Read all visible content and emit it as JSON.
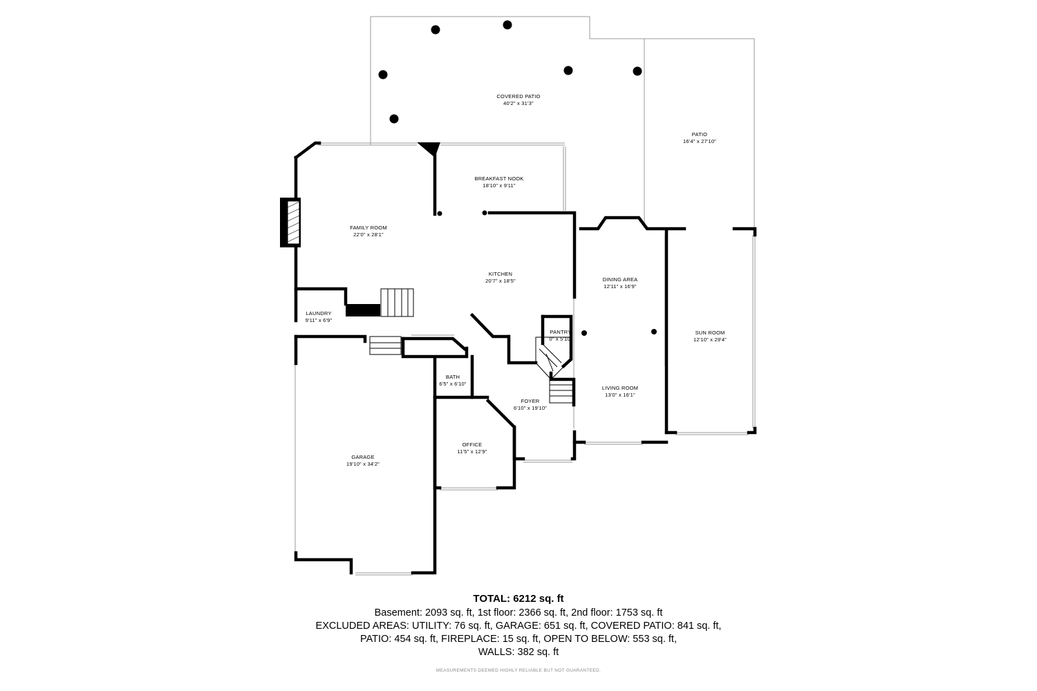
{
  "rooms": {
    "covered_patio": {
      "name": "COVERED PATIO",
      "dims": "40'2\" x 31'3\""
    },
    "patio": {
      "name": "PATIO",
      "dims": "16'4\" x 27'10\""
    },
    "breakfast_nook": {
      "name": "BREAKFAST NOOK",
      "dims": "18'10\" x 9'11\""
    },
    "family_room": {
      "name": "FAMILY ROOM",
      "dims": "22'0\" x 28'1\""
    },
    "kitchen": {
      "name": "KITCHEN",
      "dims": "20'7\" x 18'5\""
    },
    "dining_area": {
      "name": "DINING AREA",
      "dims": "12'11\" x 16'9\""
    },
    "sun_room": {
      "name": "SUN ROOM",
      "dims": "12'10\" x 29'4\""
    },
    "laundry": {
      "name": "LAUNDRY",
      "dims": "9'11\" x 6'9\""
    },
    "pantry": {
      "name": "PANTRY",
      "dims": "0\" x 5'10\""
    },
    "bath": {
      "name": "BATH",
      "dims": "6'5\" x 6'10\""
    },
    "foyer": {
      "name": "FOYER",
      "dims": "6'10\" x 19'10\""
    },
    "living_room": {
      "name": "LIVING ROOM",
      "dims": "13'0\" x 16'1\""
    },
    "office": {
      "name": "OFFICE",
      "dims": "11'5\" x 12'9\""
    },
    "garage": {
      "name": "GARAGE",
      "dims": "19'10\" x 34'2\""
    }
  },
  "summary": {
    "total": "TOTAL: 6212 sq. ft",
    "line1": "Basement: 2093 sq. ft, 1st floor: 2366 sq. ft, 2nd floor: 1753 sq. ft",
    "line2": "EXCLUDED AREAS: UTILITY: 76 sq. ft, GARAGE: 651 sq. ft, COVERED PATIO: 841 sq. ft,",
    "line3": "PATIO: 454 sq. ft, FIREPLACE: 15 sq. ft, OPEN TO BELOW: 553 sq. ft,",
    "line4": "WALLS: 382 sq. ft",
    "disclaimer": "MEASUREMENTS DEEMED HIGHLY RELIABLE BUT NOT GUARANTEED."
  },
  "colors": {
    "wall": "#000000",
    "thin_line": "#9a9a9a",
    "background": "#ffffff"
  }
}
